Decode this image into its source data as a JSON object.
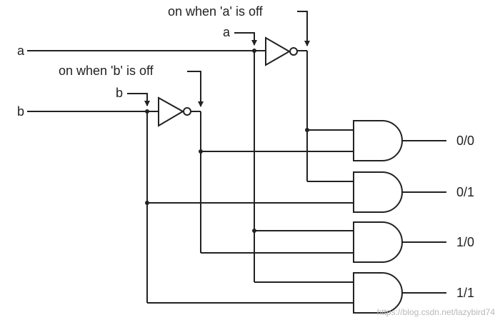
{
  "inputs": {
    "a": "a",
    "b": "b"
  },
  "inverters": {
    "a": {
      "tap_label": "a",
      "annotation": "on when 'a' is off"
    },
    "b": {
      "tap_label": "b",
      "annotation": "on when 'b' is off"
    }
  },
  "outputs": [
    "0/0",
    "0/1",
    "1/0",
    "1/1"
  ],
  "watermark": "https://blog.csdn.net/lazybird74",
  "colors": {
    "line": "#222222",
    "background": "#ffffff",
    "watermark": "#b8b8b8"
  }
}
